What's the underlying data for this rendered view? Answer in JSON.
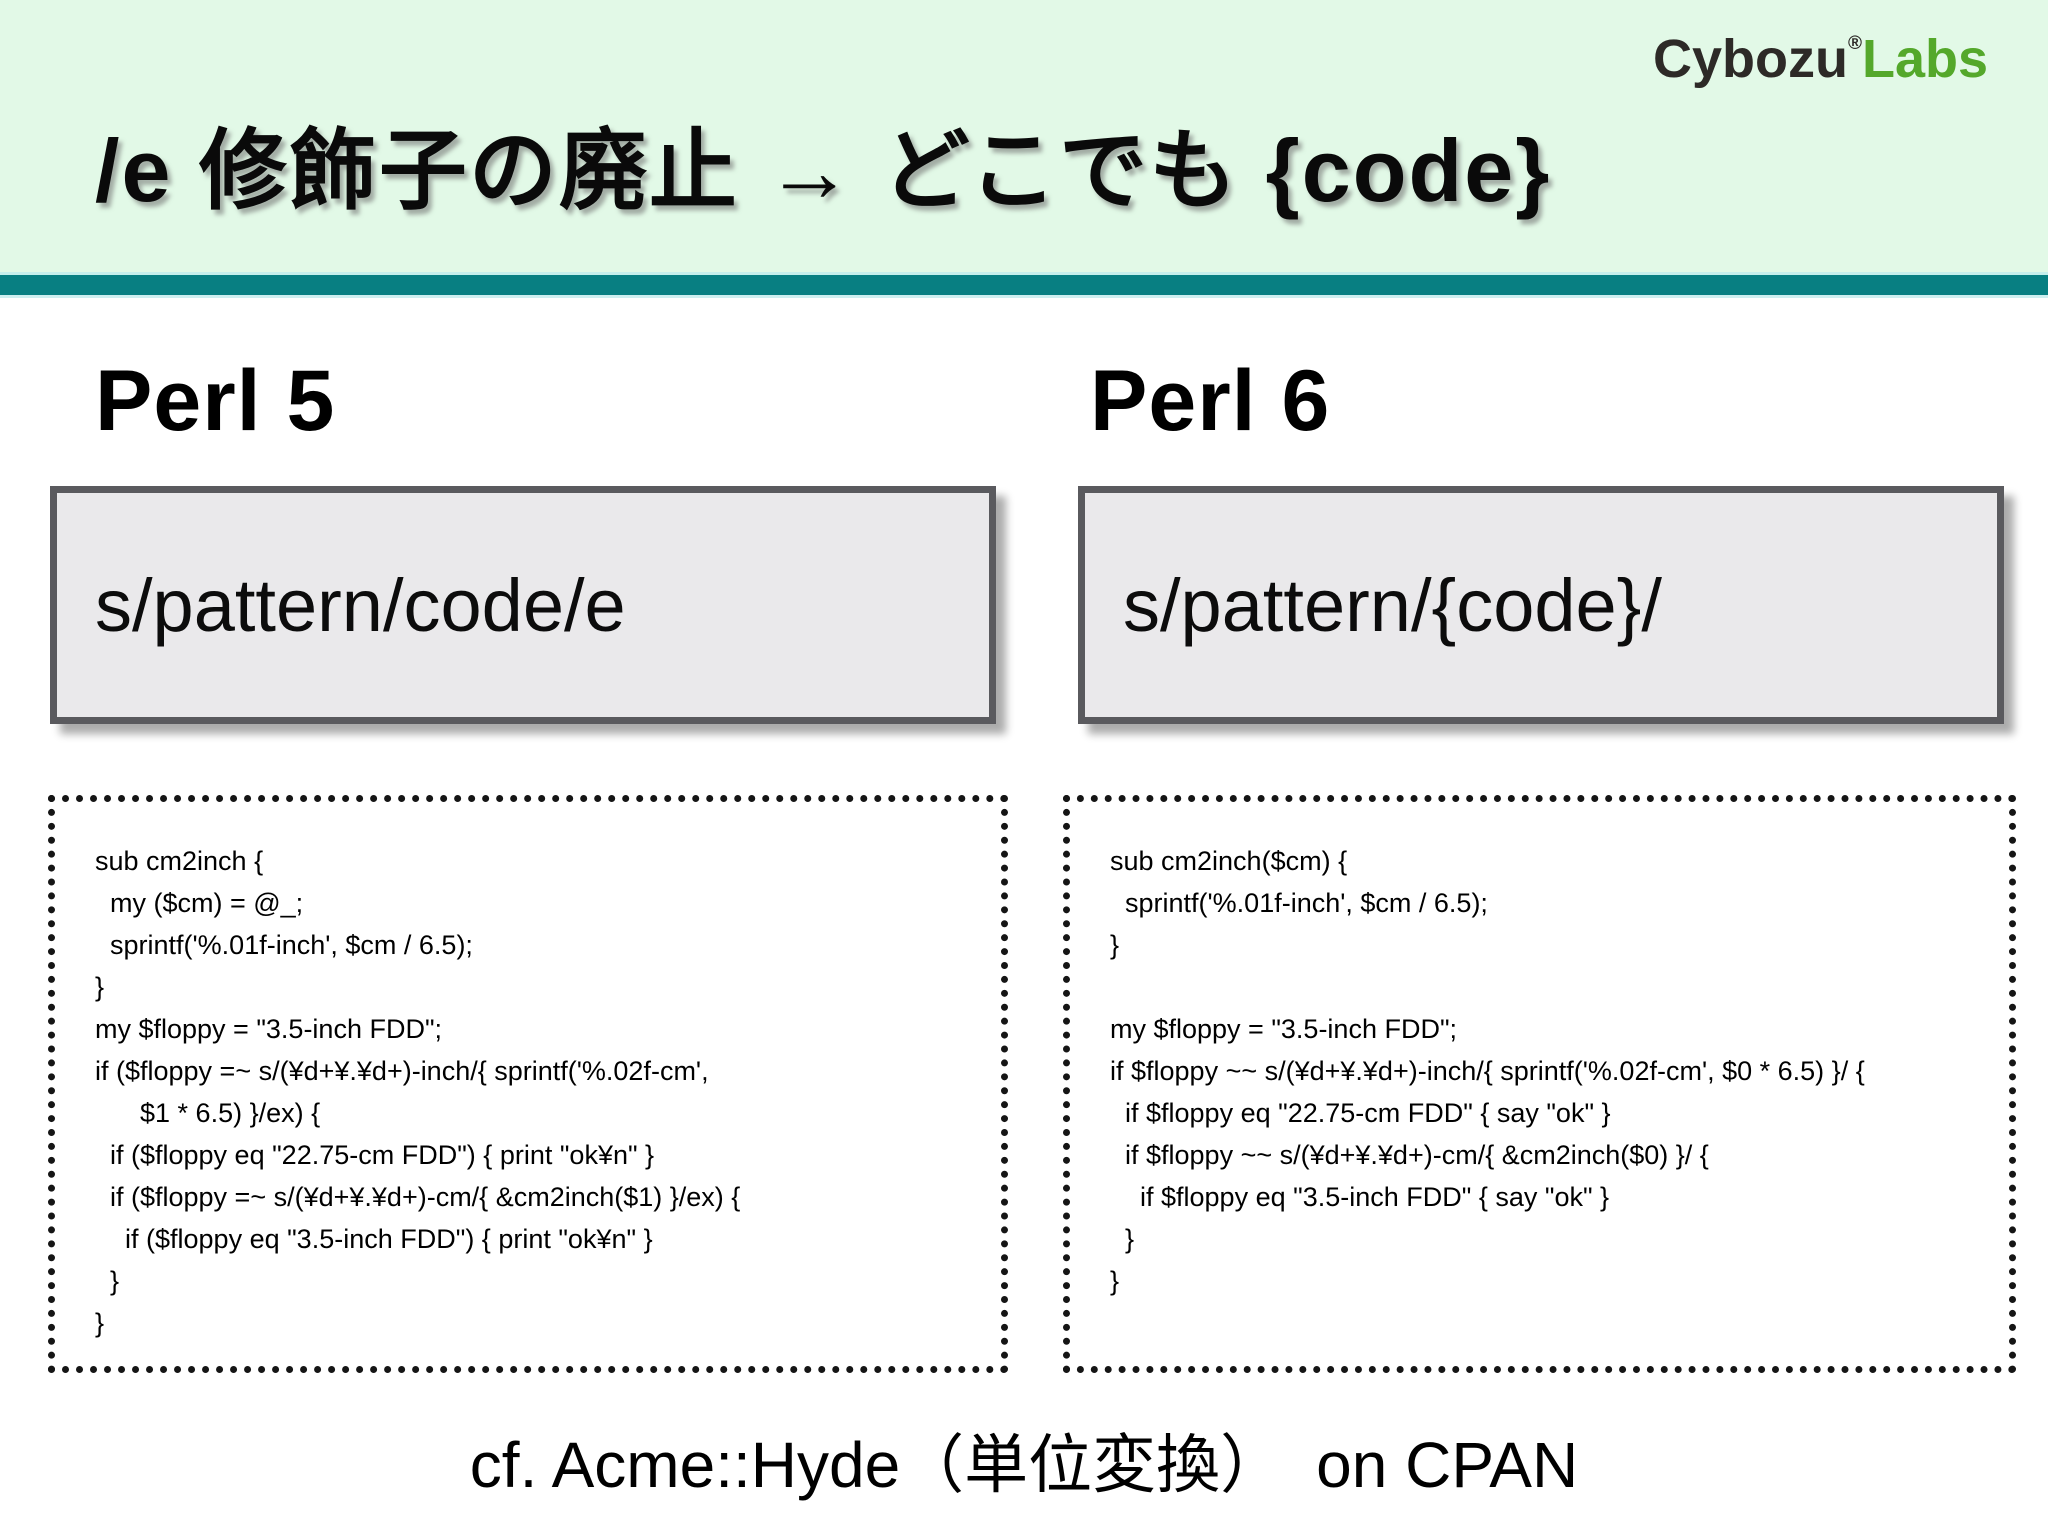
{
  "logo": {
    "brand": "Cybozu",
    "registered": "®",
    "suffix": "Labs",
    "brand_color": "#2d2a27",
    "labs_color": "#54a82b"
  },
  "title": "/e 修飾子の廃止 → どこでも {code}",
  "columns": [
    {
      "heading": "Perl 5",
      "pattern": "s/pattern/code/e",
      "code": "sub cm2inch {\n  my ($cm) = @_;\n  sprintf('%.01f-inch', $cm / 6.5);\n}\nmy $floppy = \"3.5-inch FDD\";\nif ($floppy =~ s/(¥d+¥.¥d+)-inch/{ sprintf('%.02f-cm',\n      $1 * 6.5) }/ex) {\n  if ($floppy eq \"22.75-cm FDD\") { print \"ok¥n\" }\n  if ($floppy =~ s/(¥d+¥.¥d+)-cm/{ &cm2inch($1) }/ex) {\n    if ($floppy eq \"3.5-inch FDD\") { print \"ok¥n\" }\n  }\n}"
    },
    {
      "heading": "Perl 6",
      "pattern": "s/pattern/{code}/",
      "code": "sub cm2inch($cm) {\n  sprintf('%.01f-inch', $cm / 6.5);\n}\n\nmy $floppy = \"3.5-inch FDD\";\nif $floppy ~~ s/(¥d+¥.¥d+)-inch/{ sprintf('%.02f-cm', $0 * 6.5) }/ {\n  if $floppy eq \"22.75-cm FDD\" { say \"ok\" }\n  if $floppy ~~ s/(¥d+¥.¥d+)-cm/{ &cm2inch($0) }/ {\n    if $floppy eq \"3.5-inch FDD\" { say \"ok\" }\n  }\n}"
    }
  ],
  "footer": "cf. Acme::Hyde（単位変換）　on CPAN",
  "colors": {
    "header_background": "#e2f9e7",
    "divider_teal": "#087f82",
    "pattern_box_fill": "#eae9eb",
    "pattern_box_border": "#5a5a5e"
  }
}
